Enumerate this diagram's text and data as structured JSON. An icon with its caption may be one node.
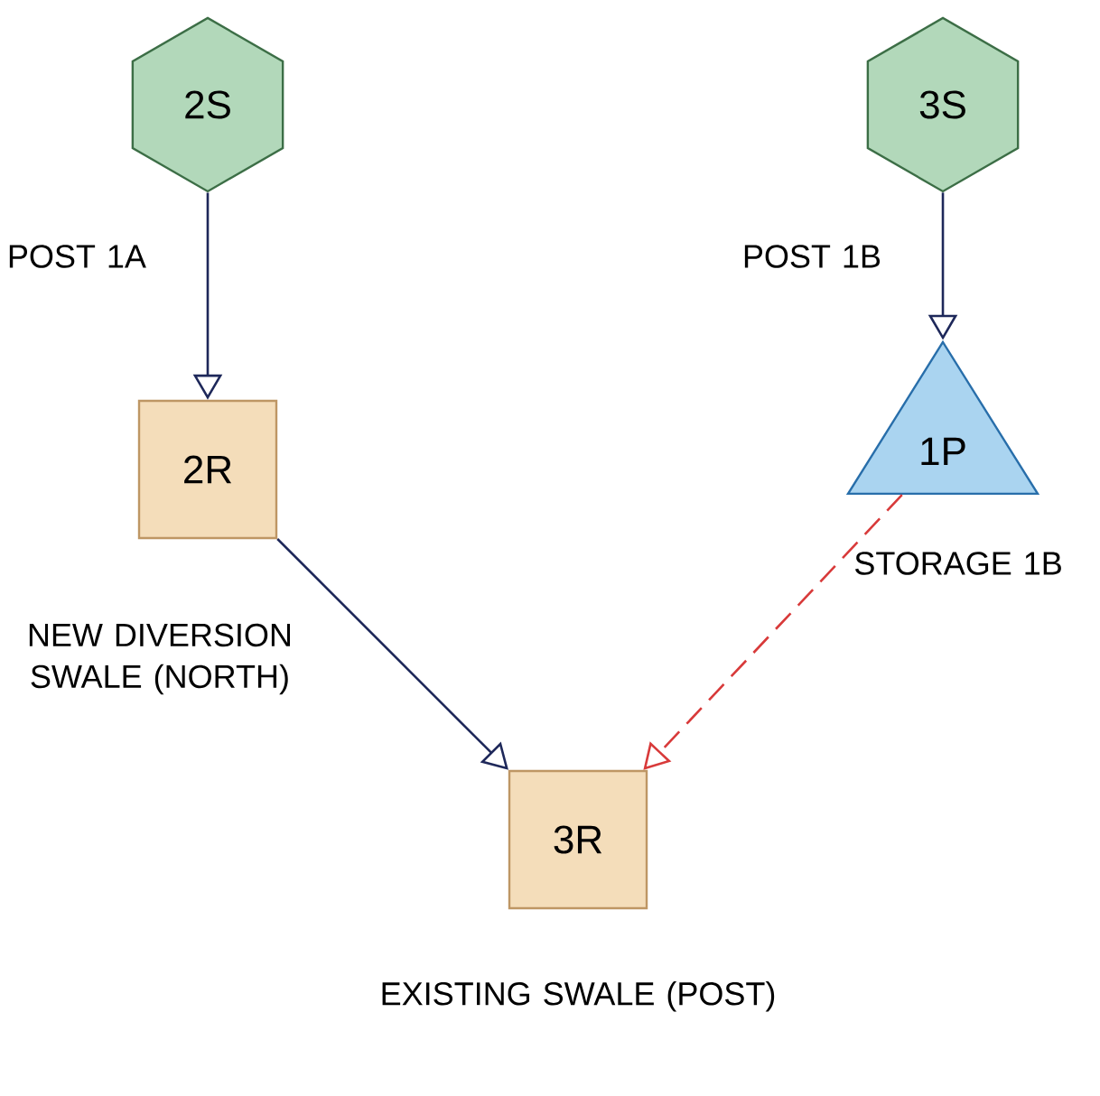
{
  "diagram": {
    "nodes": [
      {
        "text": [
          "2S"
        ],
        "beside": [
          "POST 1A"
        ]
      },
      {
        "text": [
          "3S"
        ],
        "beside": [
          "POST 1B"
        ]
      },
      {
        "text": [
          "2R"
        ],
        "beside": [
          "NEW DIVERSION SWALE (NORTH)"
        ]
      },
      {
        "text": [
          "1P"
        ],
        "beside": [
          "STORAGE 1B"
        ]
      },
      {
        "text": [
          "3R"
        ],
        "beside": [
          "EXISTING SWALE (POST)"
        ]
      }
    ],
    "edges": [
      {
        "from": 0,
        "to": 2,
        "arrow": "to"
      },
      {
        "from": 1,
        "to": 3,
        "arrow": "to"
      },
      {
        "from": 2,
        "to": 4,
        "arrow": "to"
      },
      {
        "from": 3,
        "to": 4,
        "arrow": "to",
        "style": "dashed",
        "color": "#d83a3a"
      }
    ]
  }
}
